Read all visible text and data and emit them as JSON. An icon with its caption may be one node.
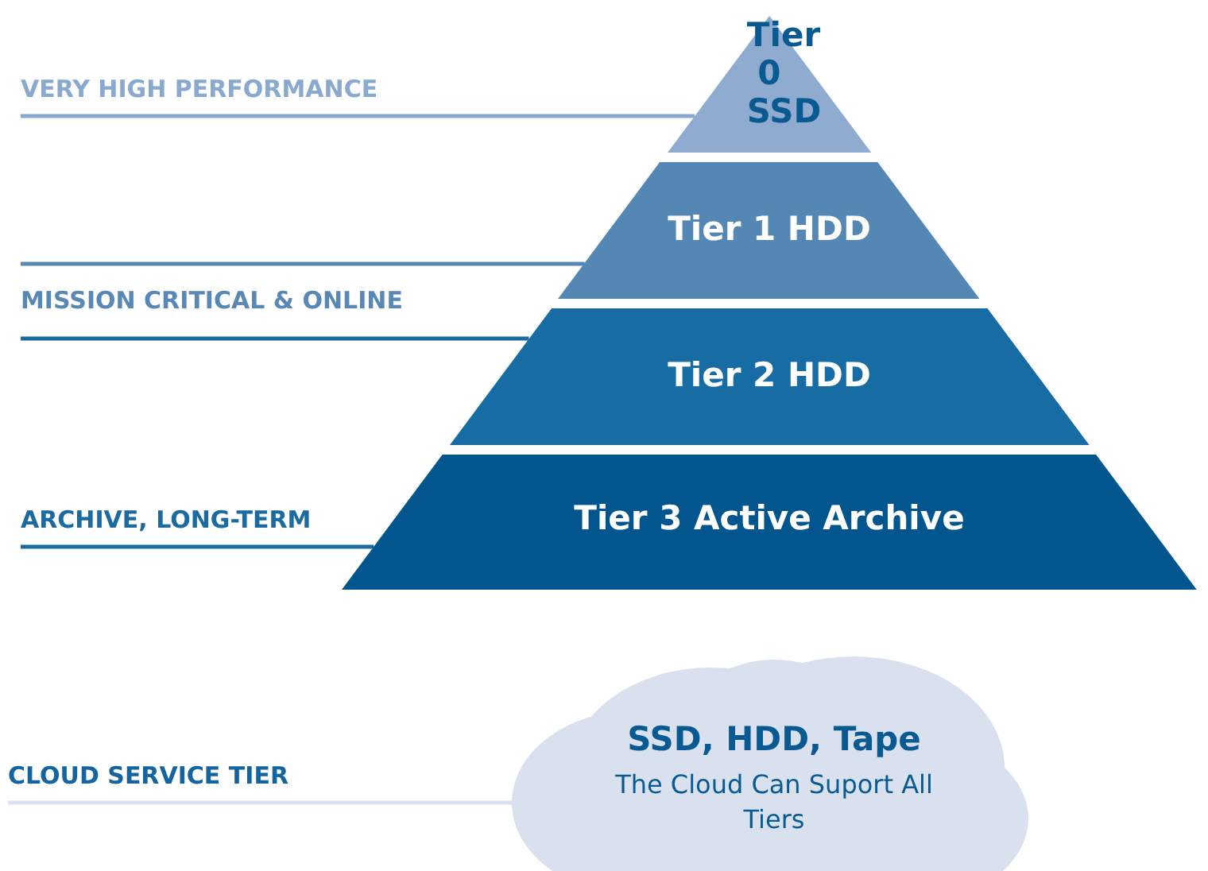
{
  "diagram": {
    "nodes": [
      {
        "text": [
          "Tier 0 SSD"
        ]
      },
      {
        "text": [
          "Tier 1 HDD"
        ]
      },
      {
        "text": [
          "Tier 2 HDD"
        ]
      },
      {
        "text": [
          "Tier 3 Active Archive"
        ]
      },
      {
        "text": [
          "SSD, HDD, Tape",
          "The Cloud Can Suport All Tiers"
        ]
      },
      {
        "text": [
          "VERY HIGH PERFORMANCE"
        ]
      },
      {
        "text": [
          "MISSION CRITICAL & ONLINE"
        ]
      },
      {
        "text": [
          "ARCHIVE, LONG-TERM"
        ]
      },
      {
        "text": [
          "CLOUD SERVICE TIER"
        ]
      }
    ],
    "edges": [
      {
        "from": 5,
        "to": 0,
        "arrow": "none",
        "color": "#8aa9cf"
      },
      {
        "from": 6,
        "to": 1,
        "arrow": "none",
        "color": "#5a88b5"
      },
      {
        "from": 6,
        "to": 2,
        "arrow": "none"
      },
      {
        "from": 7,
        "to": 3,
        "arrow": "none"
      },
      {
        "from": 8,
        "to": 4,
        "arrow": "none",
        "color": "#d9e1ee"
      }
    ]
  }
}
